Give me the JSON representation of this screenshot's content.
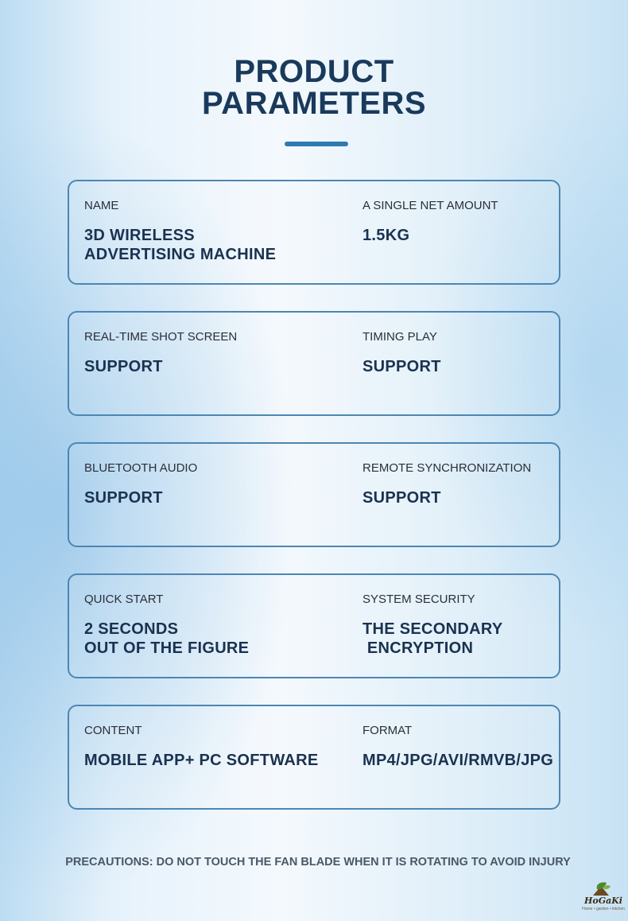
{
  "header": {
    "title_line1": "PRODUCT",
    "title_line2": "PARAMETERS",
    "accent_color": "#2e7ab3"
  },
  "cards": [
    {
      "left": {
        "label": "NAME",
        "value": "3D WIRELESS\nADVERTISING MACHINE"
      },
      "right": {
        "label": "A SINGLE NET AMOUNT",
        "value": "1.5KG"
      }
    },
    {
      "left": {
        "label": "REAL-TIME SHOT SCREEN",
        "value": "SUPPORT"
      },
      "right": {
        "label": "TIMING PLAY",
        "value": "SUPPORT"
      }
    },
    {
      "left": {
        "label": "BLUETOOTH AUDIO",
        "value": "SUPPORT"
      },
      "right": {
        "label": "REMOTE SYNCHRONIZATION",
        "value": "SUPPORT"
      }
    },
    {
      "left": {
        "label": "QUICK START",
        "value": "2 SECONDS\nOUT OF THE FIGURE"
      },
      "right": {
        "label": "SYSTEM SECURITY",
        "value": "THE SECONDARY\n ENCRYPTION"
      }
    },
    {
      "left": {
        "label": "CONTENT",
        "value": "MOBILE APP+ PC SOFTWARE"
      },
      "right": {
        "label": "FORMAT",
        "value": "MP4/JPG/AVI/RMVB/JPG"
      }
    }
  ],
  "footer": {
    "precautions": "PRECAUTIONS: DO NOT TOUCH THE FAN BLADE WHEN IT IS ROTATING TO AVOID INJURY"
  },
  "logo": {
    "name": "HoGaKi",
    "tagline": "Home • garden • kitchen",
    "icon": "leaf-house-icon"
  }
}
